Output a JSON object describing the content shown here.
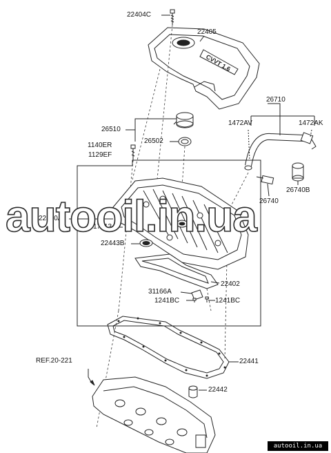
{
  "labels": {
    "bolt_top": "22404C",
    "engine_cover": "22405",
    "breather_hose": "26710",
    "oil_cap_assy": "26510",
    "gasket_oil_cap": "26502",
    "clamp_left": "1472AV",
    "clamp_right": "1472AK",
    "bolt_1140": "1140ER",
    "bolt_1129": "1129EF",
    "pcv_valve": "26740",
    "pcv_hose": "26740B",
    "head_cover": "22410A",
    "seal_17113": "17113",
    "seal_22443": "22443B",
    "baffle_plate": "22402",
    "bracket_31166": "31166A",
    "screw_left": "1241BC",
    "screw_right": "1241BC",
    "ref": "REF.20-221",
    "cover_gasket": "22441",
    "plug_seal": "22442"
  },
  "cover_text": "CVVT 1.6",
  "watermark": "autooil.in.ua",
  "footer": "autooil.in.ua"
}
